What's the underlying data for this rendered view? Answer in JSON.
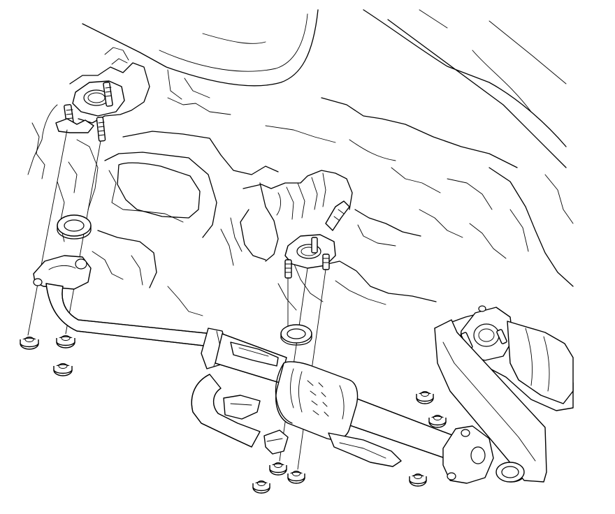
{
  "diagram": {
    "text_labels": [],
    "parts": [
      {
        "name": "engine-block",
        "icon": "engine-outline"
      },
      {
        "name": "transmission-housing",
        "icon": "housing-outline"
      },
      {
        "name": "front-exhaust-pipe",
        "icon": "pipe-outline"
      },
      {
        "name": "catalytic-converter",
        "icon": "converter-outline"
      },
      {
        "name": "heat-shield",
        "icon": "shield-outline"
      },
      {
        "name": "manifold-flange-studs",
        "icon": "stud-outline"
      },
      {
        "name": "exhaust-gaskets",
        "icon": "gasket-outline"
      },
      {
        "name": "flange-nuts",
        "icon": "nut-outline"
      },
      {
        "name": "rear-converter-flange",
        "icon": "flange-outline"
      }
    ],
    "nuts": [
      {
        "group": "front-manifold",
        "count": 3
      },
      {
        "group": "rear-manifold",
        "count": 3
      },
      {
        "group": "rear-flange",
        "count": 3
      }
    ]
  }
}
